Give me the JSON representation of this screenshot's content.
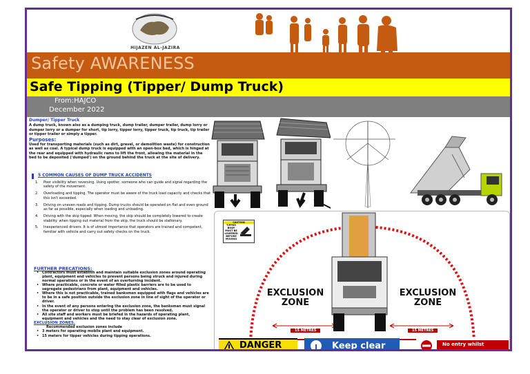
{
  "header": {
    "logo_text": "HIJAZEN AL-JAZIRA",
    "awareness": "Safety AWARENESS",
    "subtitle": "Safe Tipping (Tipper/ Dump Truck)",
    "from": "From:HAJCO",
    "date": "December 2022"
  },
  "intro": {
    "heading": "Dumper/ Tipper Truck",
    "text": "A dump truck, known also as a dumping truck, dump trailer, dumper trailer, dump lorry or dumper lorry or a dumper for short, tip lorry, tipper lorry, tipper truck, tip truck, tip trailer or tipper trailer or simply a tipper.",
    "purposes_heading": "Purposes:",
    "purposes_text": "Used for transporting materials (such as dirt, gravel, or demolition waste) for construction as well as coal. A typical dump truck is equipped with an open-box bed, which is hinged at the rear and equipped with hydraulic rams to lift the front, allowing the material in the bed to be deposited ('dumped') on the ground behind the truck at the site of delivery."
  },
  "causes": {
    "heading": "5 COMMON CAUSES OF DUMP TRUCK ACCIDENTS",
    "items": [
      {
        "num": "1.",
        "text": "Poor visibility when reversing. Using spotter, someone who can guide and signal regarding the safety of the movement."
      },
      {
        "num": "2.",
        "text": "Overloading and tipping. The operator must be aware of the truck load capacity and checks that this isn't exceeded."
      },
      {
        "num": "3.",
        "text": "Driving on uneven roads and tipping. Dump trucks should be operated on flat and even ground as far as possible, especially when loading and unloading."
      },
      {
        "num": "4.",
        "text": "Driving with the skip tipped: When moving, the skip should be completely lowered to create stability. when tipping out material from the skip, the truck should be stationary."
      },
      {
        "num": "5.",
        "text": "Inexperienced drivers. It is of utmost importance that operators are trained and competent, familiar with vehicle and carry out safety checks on the truck."
      }
    ]
  },
  "further": {
    "heading": "FURTHER PRECATIONS:",
    "items": [
      "Contractors must establish and maintain suitable exclusion zones around operating plant, equipment and vehicles to prevent persons being struck and injured during normal operations or in the event of an overturning incident.",
      "Where practicable, concrete or water filled plastic barriers are to be used to segregate pedestrians from plant, equipment and vehicles.",
      "Where this is not practicable, trained banksmen equipped with flags and vehicles are to be in a safe position outside the exclusion zone in line of sight of the operator or driver.",
      "In the event of any persons entering the exclusion zone, the banksman must signal the operator or driver to stop until the problem has been resolved.",
      "All site staff and workers must be briefed in the hazards of operating plant, equipment and vehicles and the need to stay clear of exclusion zone."
    ],
    "zones_heading": "EXCLUSION ZONES.",
    "zones_intro": "Recommended exclusion zones include",
    "zones": [
      "3 meters for operating mobile plant and equipment.",
      "15 meters for tipper vehicles during tipping operations."
    ]
  },
  "panel": {
    "caution_cap": "CAUTION",
    "caution_text": "TIPPER BODY MUST BE LOWERED BEFORE MOVING",
    "ez_left": "EXCLUSION ZONE",
    "ez_right": "EXCLUSION ZONE",
    "metres_left": "15 METRES",
    "metres_right": "15 METRES",
    "danger": "DANGER",
    "keep": "Keep clear",
    "noentry": "No entry whilst"
  },
  "colors": {
    "frame": "#6a2c91",
    "orange": "#c55a11",
    "yellow": "#ffff00",
    "gray": "#7f7f7f",
    "link_blue": "#1f3fbf",
    "danger_red": "#c00000"
  }
}
